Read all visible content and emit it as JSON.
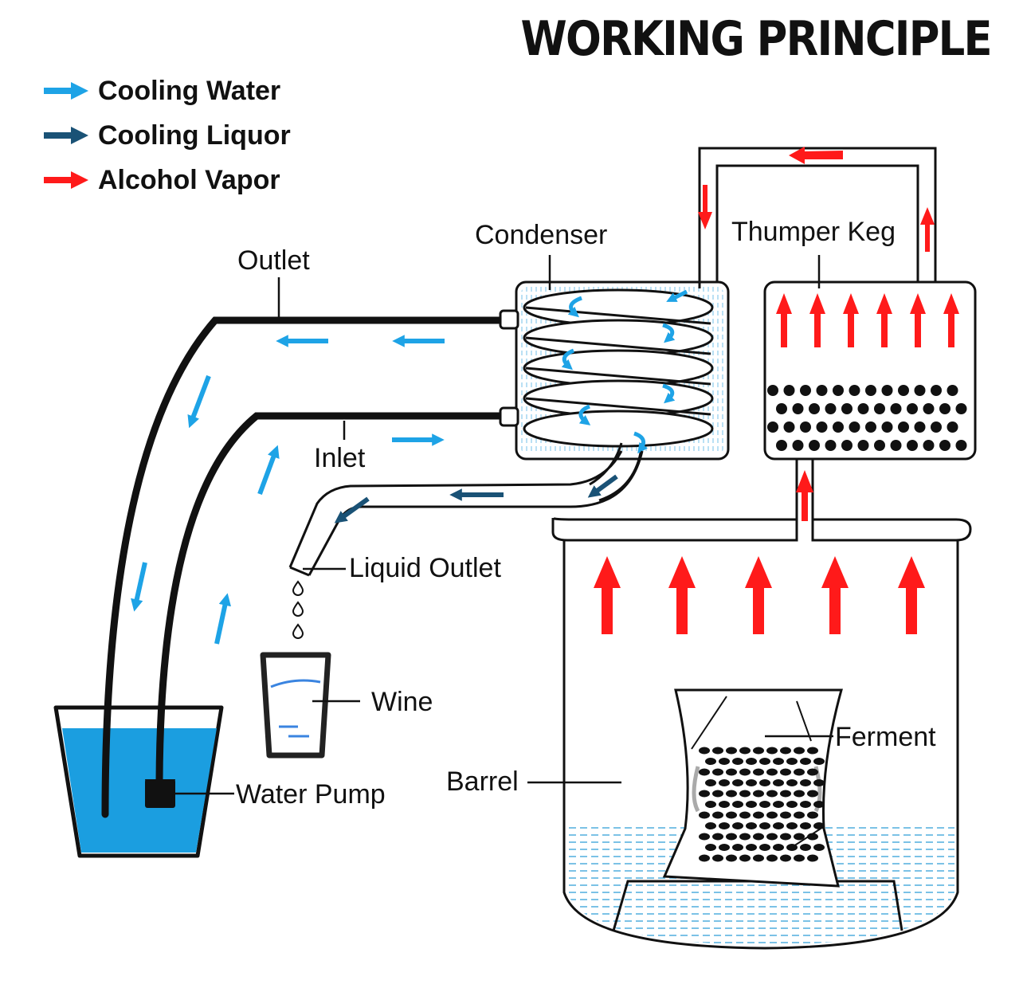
{
  "title": "WORKING PRINCIPLE",
  "legend": [
    {
      "label": "Cooling Water",
      "color": "#1ea3e6"
    },
    {
      "label": "Cooling Liquor",
      "color": "#1a5276"
    },
    {
      "label": "Alcohol Vapor",
      "color": "#ff1a1a"
    }
  ],
  "labels": {
    "outlet": "Outlet",
    "inlet": "Inlet",
    "condenser": "Condenser",
    "thumper_keg": "Thumper Keg",
    "liquid_outlet": "Liquid Outlet",
    "wine": "Wine",
    "water_pump": "Water Pump",
    "barrel": "Barrel",
    "ferment": "Ferment"
  },
  "colors": {
    "cooling_water": "#1ea3e6",
    "cooling_liquor": "#1a5276",
    "alcohol_vapor": "#ff1a1a",
    "bucket_water": "#1b9ee0",
    "outline": "#111111"
  }
}
